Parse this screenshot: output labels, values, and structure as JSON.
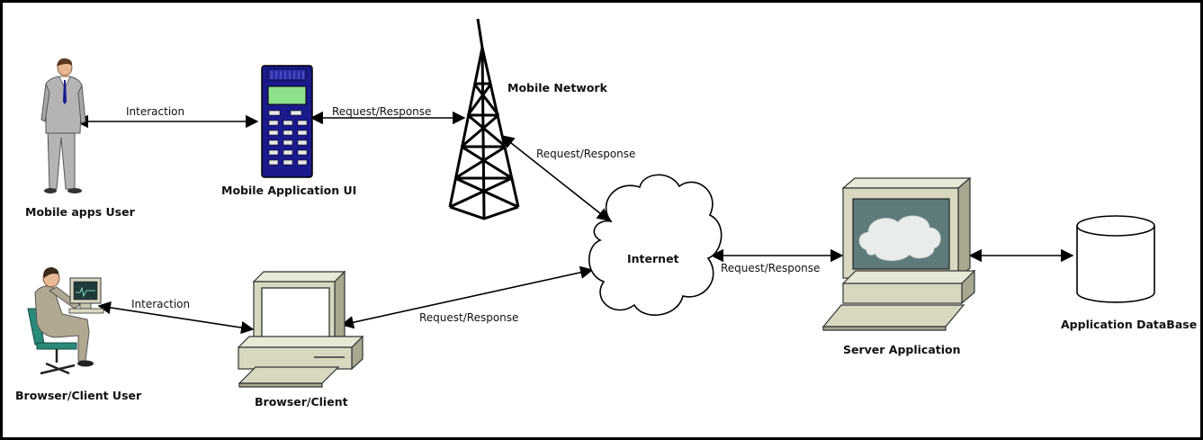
{
  "nodes": {
    "mobile_user": "Mobile apps User",
    "mobile_app_ui": "Mobile Application UI",
    "mobile_network": "Mobile Network",
    "internet": "Internet",
    "server_application": "Server Application",
    "application_database": "Application DataBase",
    "browser_client_user": "Browser/Client User",
    "browser_client": "Browser/Client"
  },
  "edges": {
    "mobile_user_to_ui": "Interaction",
    "ui_to_network": "Request/Response",
    "network_to_internet": "Request/Response",
    "internet_to_server": "Request/Response",
    "browser_user_to_client": "Interaction",
    "client_to_internet": "Request/Response"
  },
  "colors": {
    "border": "#000000",
    "phone_body": "#1a1a8c",
    "phone_screen": "#8fe08f",
    "computer_case": "#d8d8c0",
    "monitor_screen": "#5f7a7a",
    "cloud_fill": "#ffffff",
    "chair": "#2a8a7a",
    "suit_gray": "#b4b4b4"
  }
}
